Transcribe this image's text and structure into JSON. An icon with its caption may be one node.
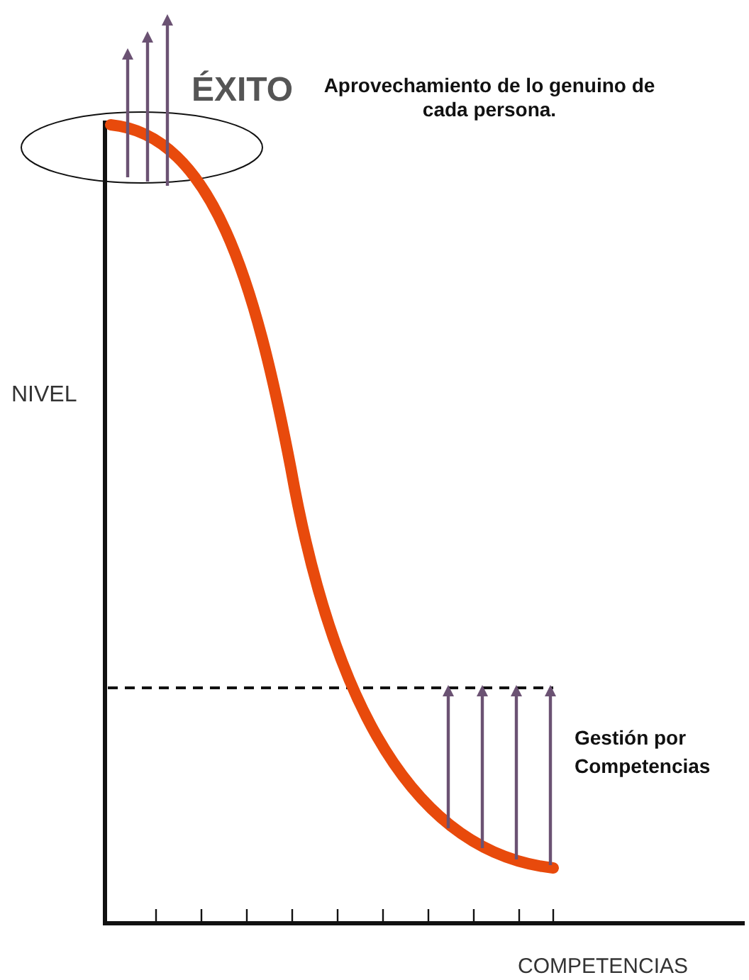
{
  "diagram": {
    "labels": [
      "ÉXITO",
      "Aprovechamiento de lo genuino de cada persona.",
      "NIVEL",
      "Gestión por Competencias",
      "COMPETENCIAS"
    ]
  }
}
